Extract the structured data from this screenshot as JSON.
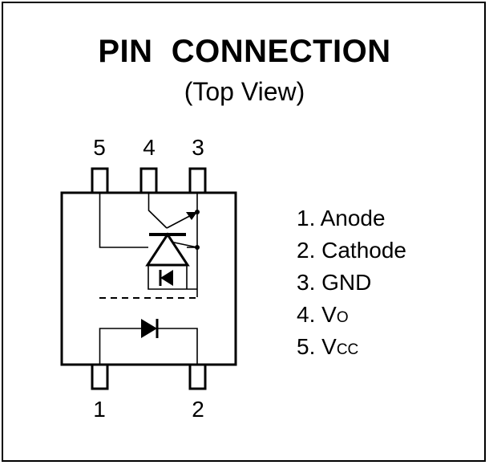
{
  "title": "PIN  CONNECTION",
  "subtitle": "(Top View)",
  "pin_numbers": {
    "p5": "5",
    "p4": "4",
    "p3": "3",
    "p1": "1",
    "p2": "2"
  },
  "legend": [
    {
      "num": "1.",
      "main": "Anode",
      "sub": ""
    },
    {
      "num": "2.",
      "main": "Cathode",
      "sub": ""
    },
    {
      "num": "3.",
      "main": "GND",
      "sub": ""
    },
    {
      "num": "4.",
      "main": "V",
      "sub": "O"
    },
    {
      "num": "5.",
      "main": "V",
      "sub": "CC"
    }
  ]
}
